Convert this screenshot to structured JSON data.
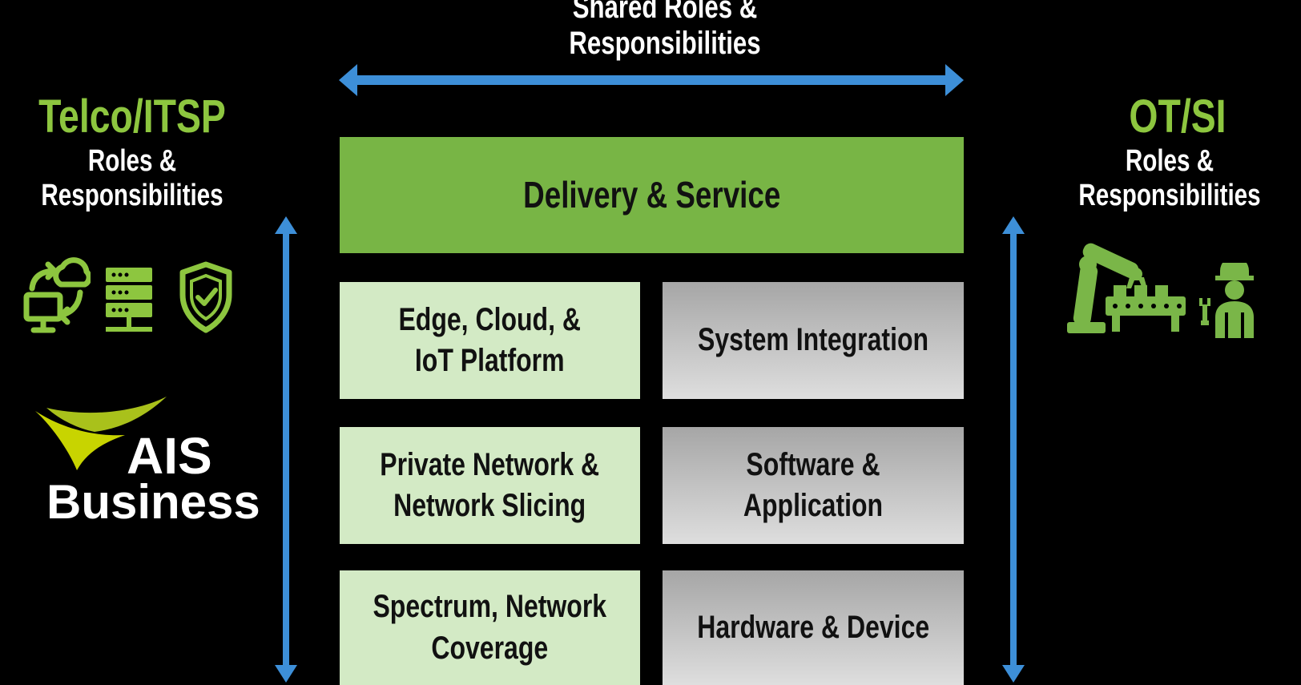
{
  "shared": {
    "label": "Shared Roles &  Responsibilities"
  },
  "left": {
    "title": "Telco/ITSP",
    "subtitle": "Roles & Responsibilities",
    "icons": [
      "cloud-sync-icon",
      "server-icon",
      "shield-check-icon"
    ],
    "logo": {
      "line1": "AIS",
      "line2": "Business"
    }
  },
  "right": {
    "title": "OT/SI",
    "subtitle": "Roles & Responsibilities",
    "icons": [
      "robot-arm-conveyor-icon",
      "engineer-icon"
    ]
  },
  "blocks": {
    "delivery": "Delivery & Service",
    "edge": "Edge, Cloud, &\nIoT Platform",
    "system_integration": "System Integration",
    "private_network": "Private Network &\nNetwork Slicing",
    "software": "Software & Application",
    "spectrum": "Spectrum, Network\nCoverage",
    "hardware": "Hardware & Device"
  },
  "colors": {
    "accent_green": "#8dc63f",
    "delivery_green": "#78b545",
    "light_green": "#d3eac5",
    "arrow_blue": "#3d8fd8",
    "gray": "#b5b5b5"
  }
}
